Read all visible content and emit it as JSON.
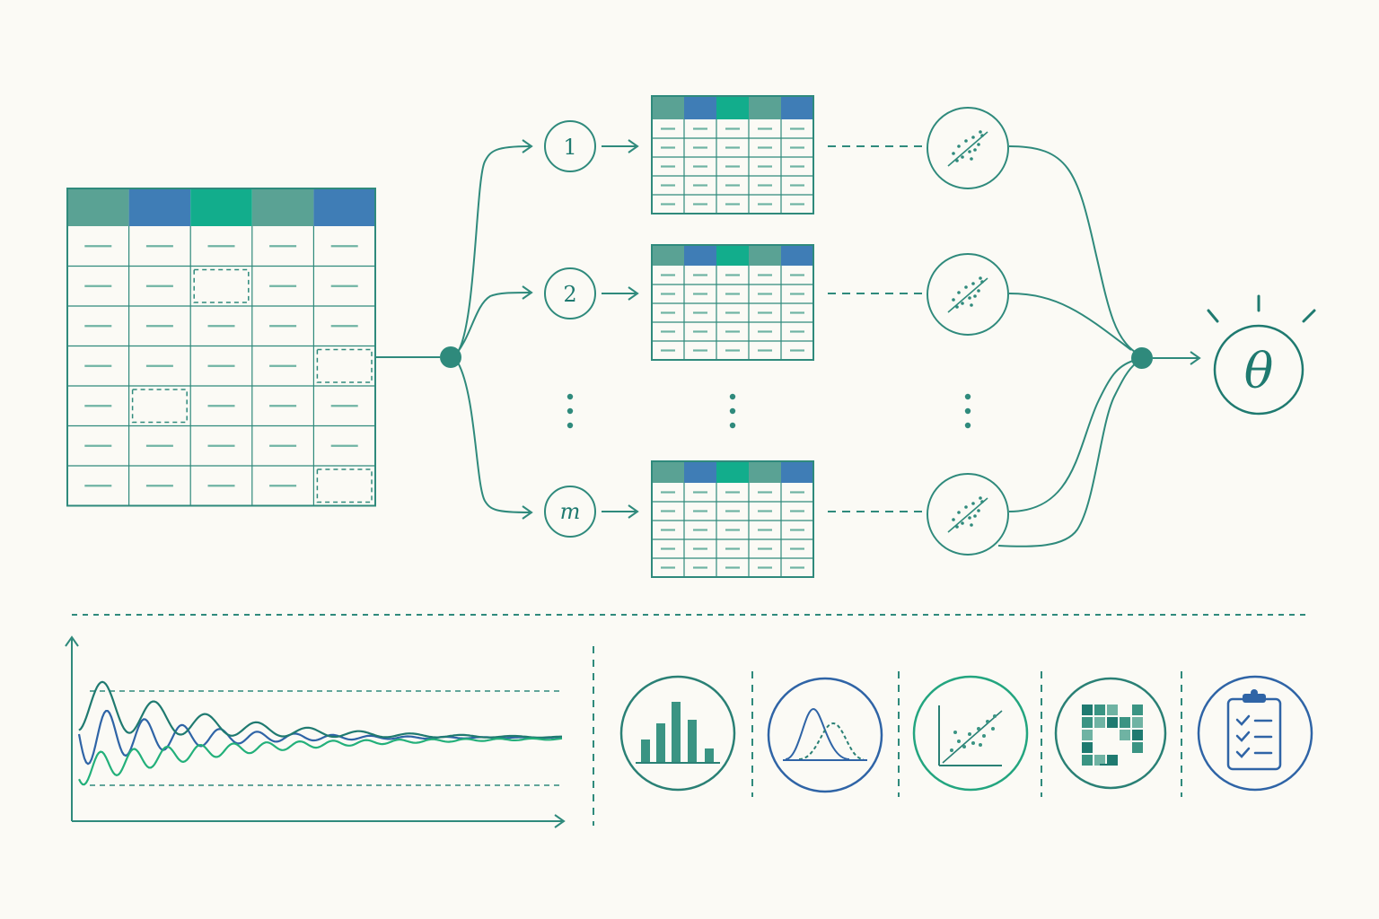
{
  "colors": {
    "background": "#fbfaf5",
    "stroke": "#2f8a7c",
    "teal_header": "#5aa294",
    "blue_header": "#3f7db6",
    "green_header": "#12ad8c",
    "dark_teal": "#1f7a70",
    "blue_line": "#2f64a6",
    "green_line": "#23b07a"
  },
  "imputation_labels": [
    "1",
    "2",
    "m"
  ],
  "pooled_label": "θ",
  "icons": {
    "analysis_model": "scatter-fit-icon",
    "diagnostics": [
      "histogram-icon",
      "density-overlap-icon",
      "scatter-plot-icon",
      "missingness-grid-icon",
      "checklist-icon"
    ]
  }
}
